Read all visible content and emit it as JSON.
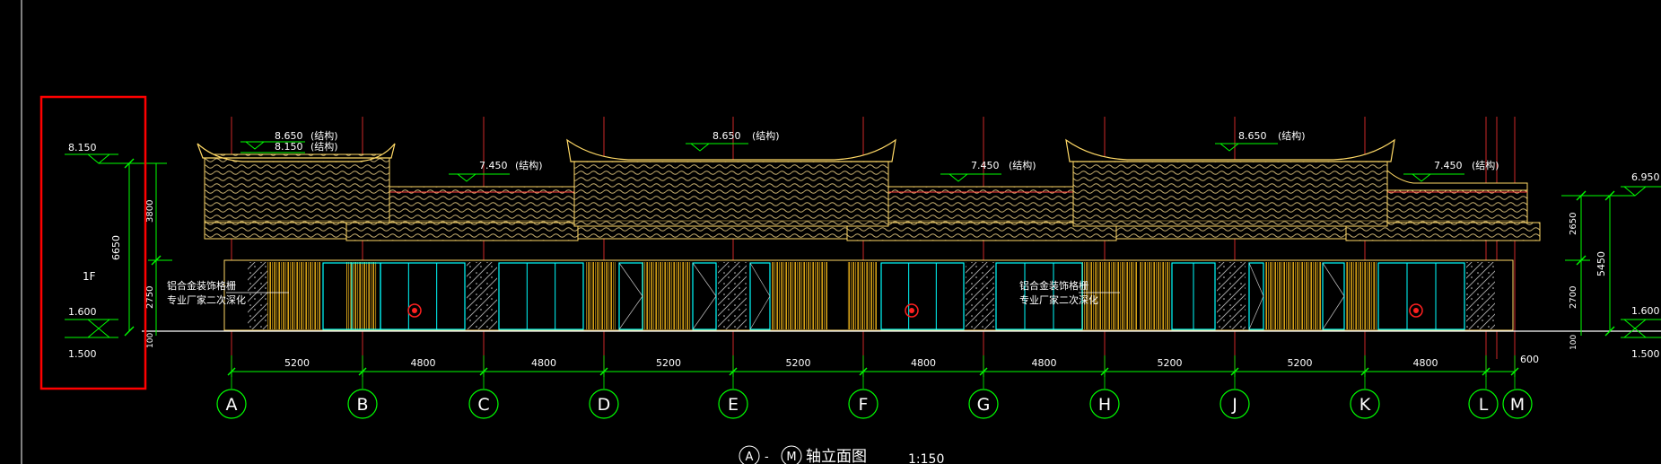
{
  "title": {
    "circle_start": "A",
    "dash": "-",
    "circle_end": "M",
    "text": "轴立面图",
    "scale": "1:150"
  },
  "axes": [
    "A",
    "B",
    "C",
    "D",
    "E",
    "F",
    "G",
    "H",
    "J",
    "K",
    "L",
    "M"
  ],
  "spans": [
    "5200",
    "4800",
    "4800",
    "5200",
    "5200",
    "4800",
    "4800",
    "5200",
    "5200",
    "4800",
    "600"
  ],
  "elevations": {
    "roof_high": "8.650",
    "roof_high_sub": "8.150",
    "roof_low": "7.450",
    "struct_note": "(结构)",
    "left_top": "8.150",
    "left_mid": "1.600",
    "left_bottom": "1.500",
    "right_top": "6.950",
    "right_mid": "1.600",
    "right_bottom": "1.500"
  },
  "left_dims": {
    "total": "6650",
    "upper": "3800",
    "lower": "2750",
    "base": "100",
    "floor_label": "1F"
  },
  "right_dims": {
    "total": "5450",
    "upper": "2650",
    "lower": "2700",
    "base": "100"
  },
  "notes": {
    "line1": "铝合金装饰格栅",
    "line2": "专业厂家二次深化"
  },
  "colors": {
    "background": "#000000",
    "axis_line": "#ff3333",
    "circle": "#00ff00",
    "dimension": "#00ff00",
    "roof_outline": "#ffd966",
    "glass": "#00ffff",
    "grille": "#d4a017",
    "highlight": "#ff0000",
    "text": "#ffffff"
  }
}
